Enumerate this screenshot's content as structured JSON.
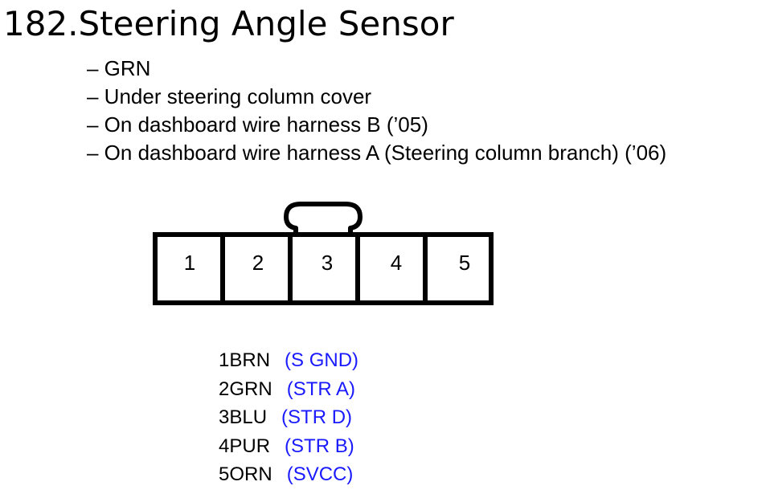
{
  "title": "182.Steering Angle Sensor",
  "details": [
    "– GRN",
    "– Under steering column cover",
    "– On dashboard wire harness B (’05)",
    "– On dashboard wire harness A (Steering column branch) (’06)"
  ],
  "connector": {
    "terminals": [
      "1",
      "2",
      "3",
      "4",
      "5"
    ]
  },
  "pinout": [
    {
      "pin": "1",
      "wire": "BRN",
      "signal": "(S GND)"
    },
    {
      "pin": "2",
      "wire": "GRN",
      "signal": "(STR A)"
    },
    {
      "pin": "3",
      "wire": "BLU",
      "signal": "(STR D)"
    },
    {
      "pin": "4",
      "wire": "PUR",
      "signal": "(STR B)"
    },
    {
      "pin": "5",
      "wire": "ORN",
      "signal": "(SVCC)"
    }
  ],
  "colors": {
    "signal_text": "#1a1aff",
    "outline": "#000000"
  }
}
